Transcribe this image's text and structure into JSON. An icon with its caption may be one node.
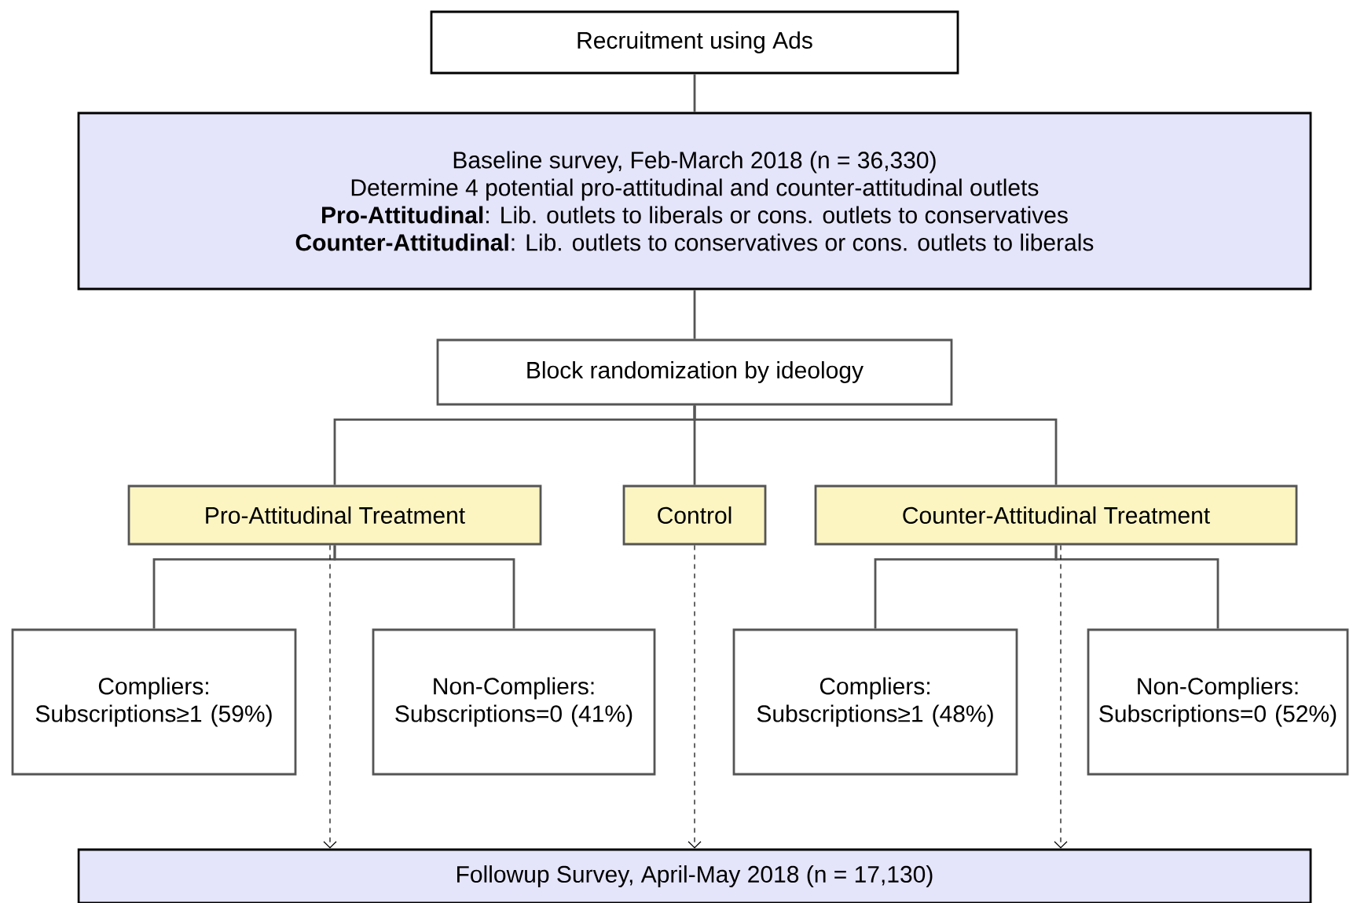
{
  "diagram": {
    "nodes": [
      {
        "text": [
          "Recruitment using Ads"
        ]
      },
      {
        "text": [
          "Baseline survey, Feb-March 2018 (n = 36,330)",
          "Determine 4 potential pro-attitudinal and counter-attitudinal outlets",
          "**Pro-Attitudinal**: Lib. outlets to liberals or cons. outlets to conservatives",
          "**Counter-Attitudinal**: Lib. outlets to conservatives or cons. outlets to liberals"
        ]
      },
      {
        "text": [
          "Block randomization by ideology"
        ]
      },
      {
        "text": [
          "Pro-Attitudinal Treatment"
        ]
      },
      {
        "text": [
          "Control"
        ]
      },
      {
        "text": [
          "Counter-Attitudinal Treatment"
        ]
      },
      {
        "text": [
          "Compliers: Subscriptions≥1 (59%)"
        ]
      },
      {
        "text": [
          "Non-Compliers: Subscriptions=0 (41%)"
        ]
      },
      {
        "text": [
          "Compliers: Subscriptions≥1 (48%)"
        ]
      },
      {
        "text": [
          "Non-Compliers: Subscriptions=0 (52%)"
        ]
      },
      {
        "text": [
          "Followup Survey, April-May 2018 (n = 17,130)"
        ]
      }
    ],
    "edges": [
      {
        "from": 0,
        "to": 1,
        "arrow": "none"
      },
      {
        "from": 1,
        "to": 2,
        "arrow": "none"
      },
      {
        "from": 2,
        "to": 3,
        "arrow": "none"
      },
      {
        "from": 2,
        "to": 4,
        "arrow": "none"
      },
      {
        "from": 2,
        "to": 5,
        "arrow": "none"
      },
      {
        "from": 3,
        "to": 6,
        "arrow": "none"
      },
      {
        "from": 3,
        "to": 7,
        "arrow": "none"
      },
      {
        "from": 5,
        "to": 8,
        "arrow": "none"
      },
      {
        "from": 5,
        "to": 9,
        "arrow": "none"
      },
      {
        "from": 3,
        "to": 10,
        "arrow": "to",
        "style": "dashed"
      },
      {
        "from": 4,
        "to": 10,
        "arrow": "to",
        "style": "dashed"
      },
      {
        "from": 5,
        "to": 10,
        "arrow": "to",
        "style": "dashed"
      }
    ]
  }
}
